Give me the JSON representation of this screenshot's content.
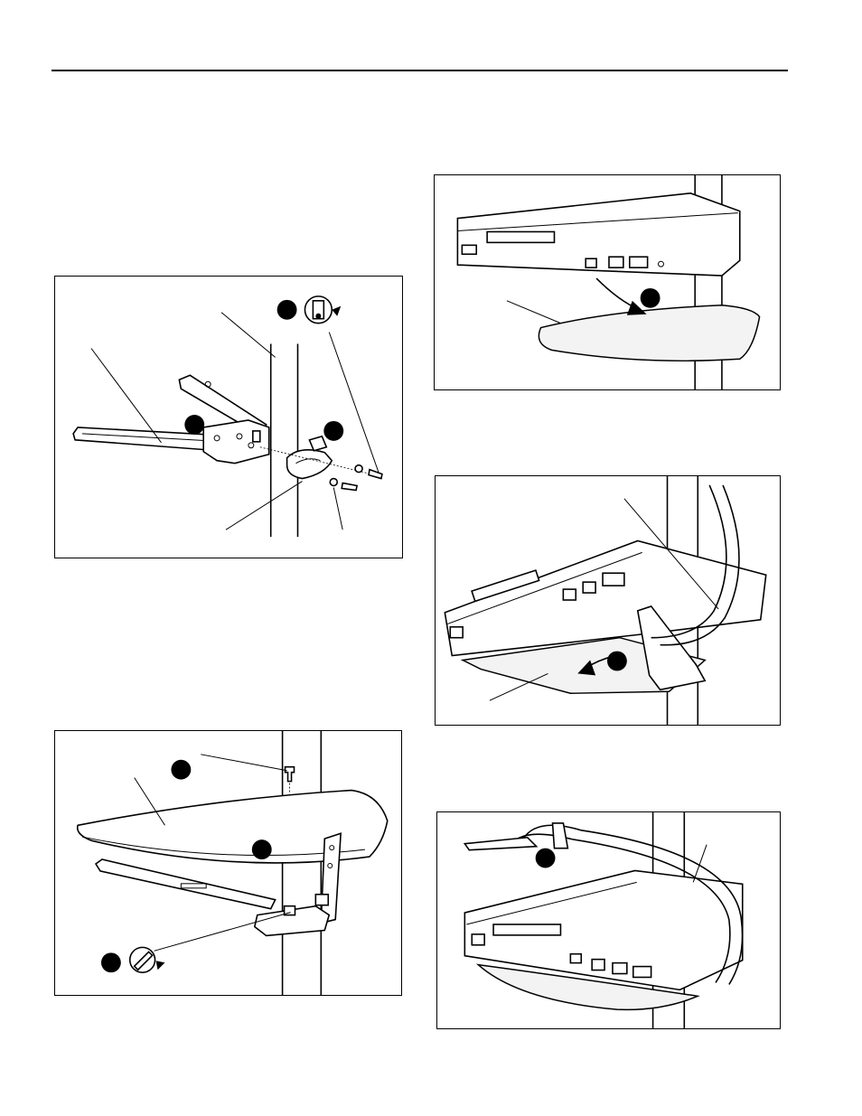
{
  "page": {
    "header_rule": true,
    "figures": [
      {
        "id": "fig-bracket-assembly",
        "callouts": 3,
        "icon": "tighten-rotate-icon"
      },
      {
        "id": "fig-shelf-attach",
        "callouts": 3,
        "icon": "wrench-rotate-icon"
      },
      {
        "id": "fig-place-device",
        "callouts": 1,
        "icon": "curved-arrow-icon"
      },
      {
        "id": "fig-strap-route",
        "callouts": 1,
        "icon": "curved-arrow-icon"
      },
      {
        "id": "fig-strap-tighten",
        "callouts": 1,
        "icon": "strap-icon"
      }
    ]
  }
}
